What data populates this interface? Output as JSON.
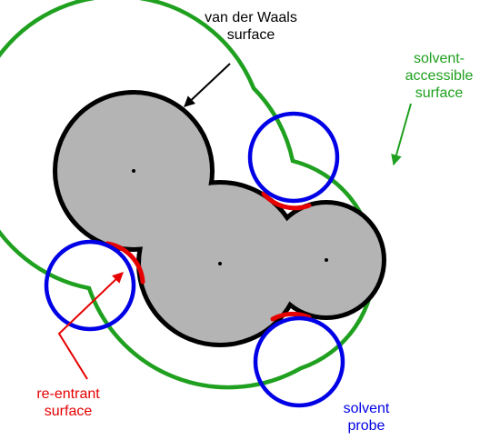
{
  "labels": {
    "vdw": {
      "line1": "van der Waals",
      "line2": "surface"
    },
    "sas": {
      "line1": "solvent-",
      "line2": "accessible",
      "line3": "surface"
    },
    "reentrant": {
      "line1": "re-entrant",
      "line2": "surface"
    },
    "probe": {
      "line1": "solvent",
      "line2": "probe"
    }
  },
  "colors": {
    "vdw_fill": "#b4b4b4",
    "vdw_outline": "#000000",
    "sas": "#1fa01f",
    "probe": "#0000e6",
    "reentrant": "#e60000",
    "text_default": "#000000"
  }
}
